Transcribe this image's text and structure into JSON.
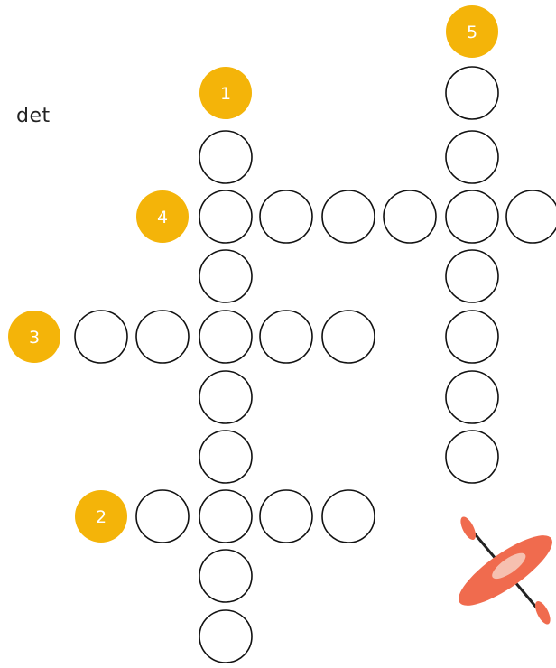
{
  "fragment_text": "det",
  "clue_numbers": [
    "1",
    "2",
    "3",
    "4",
    "5"
  ],
  "colors": {
    "badge": "#F4B409",
    "cell_stroke": "#111111",
    "kayak_body": "#F06B4E",
    "kayak_cockpit": "#F6C0B0",
    "paddle": "#222222",
    "paddle_blade": "#F06B4E"
  },
  "icons": {
    "decoration": "kayak-icon"
  }
}
